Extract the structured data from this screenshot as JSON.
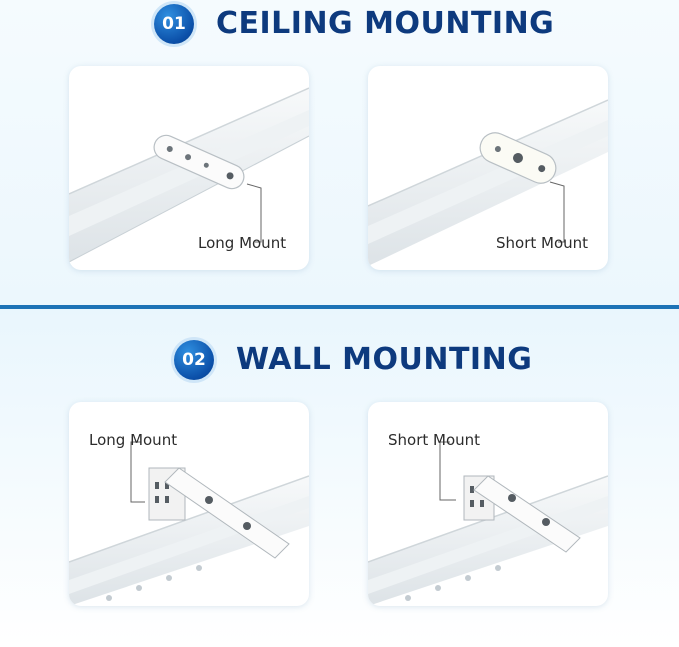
{
  "ceiling": {
    "number": "01",
    "title": "CEILING MOUNTING",
    "cards": [
      {
        "label": "Long Mount"
      },
      {
        "label": "Short Mount"
      }
    ]
  },
  "wall": {
    "number": "02",
    "title": "WALL MOUNTING",
    "cards": [
      {
        "label": "Long Mount"
      },
      {
        "label": "Short Mount"
      }
    ]
  },
  "colors": {
    "heading": "#0d3a7e",
    "badge": "#0b4fa8",
    "divider": "#1d73b6"
  }
}
